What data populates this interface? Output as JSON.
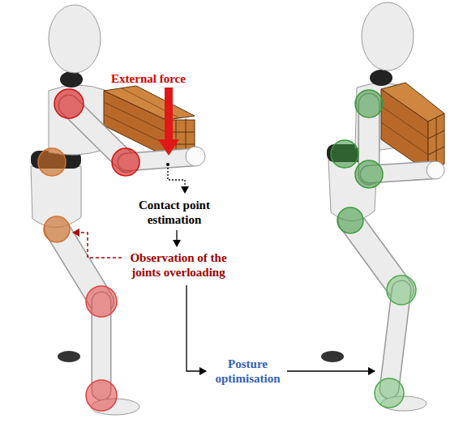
{
  "diagram": {
    "labels": [
      "External force",
      "Contact point estimation",
      "Observation of the joints overloading",
      "Posture optimisation"
    ]
  }
}
